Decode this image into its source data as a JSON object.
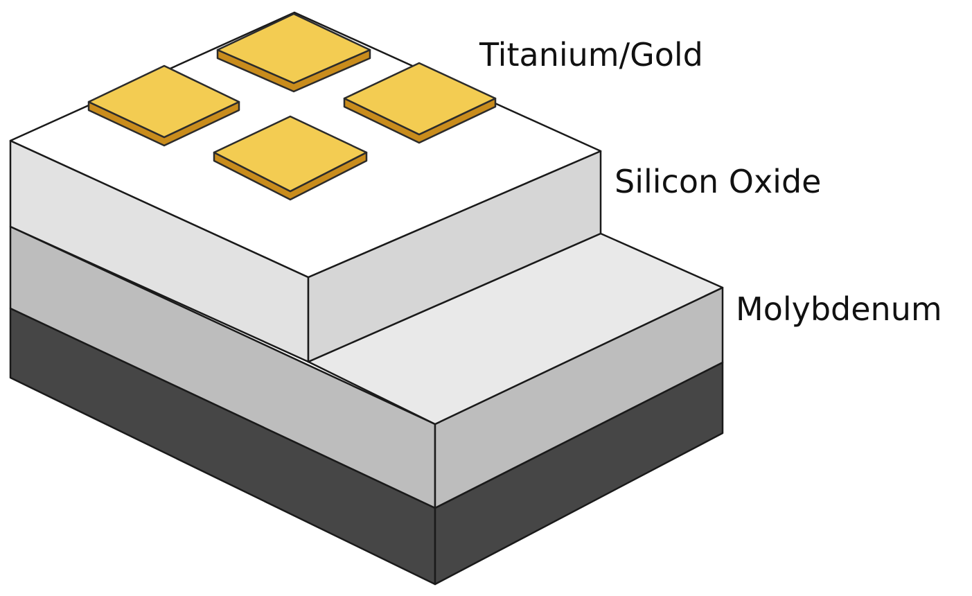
{
  "labels": {
    "titanium_gold": "Titanium/Gold",
    "silicon_oxide": "Silicon Oxide",
    "molybdenum": "Molybdenum"
  },
  "colors": {
    "background": "#ffffff",
    "gold_top": "#f3cc52",
    "gold_side": "#c98c1c",
    "oxide_top": "#ffffff",
    "oxide_left": "#e2e2e2",
    "oxide_right": "#d6d6d6",
    "molybdenum_top": "#e9e9e9",
    "molybdenum_side": "#bdbdbd",
    "substrate": "#464646"
  }
}
